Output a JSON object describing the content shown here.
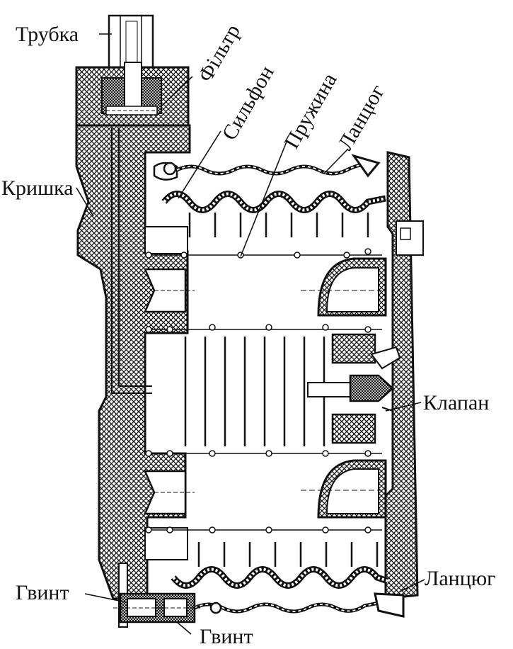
{
  "labels": {
    "tube": "Трубка",
    "filter": "Фільтр",
    "bellows": "Сильфон",
    "spring": "Пружина",
    "chain_top": "Ланцюг",
    "cover": "Кришка",
    "valve": "Клапан",
    "chain_bottom": "Ланцюг",
    "screw_left": "Гвинт",
    "screw_bottom": "Гвинт"
  },
  "colors": {
    "ink": "#111111",
    "paper": "#ffffff"
  }
}
